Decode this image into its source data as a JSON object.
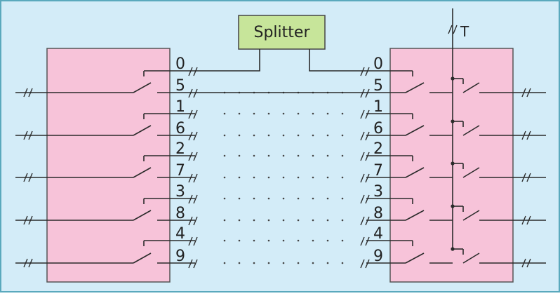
{
  "colors": {
    "background": "#d3ecf8",
    "frame": "#5aa9bd",
    "box_fill": "#f7c3d9",
    "box_stroke": "#555555",
    "splitter_fill": "#c7e59a",
    "splitter_stroke": "#444444",
    "line": "#2b2b2b",
    "dots": "#444444"
  },
  "splitter": {
    "label": "Splitter"
  },
  "trunk": {
    "label": "T"
  },
  "left_ports": [
    "0",
    "5",
    "1",
    "6",
    "2",
    "7",
    "3",
    "8",
    "4",
    "9"
  ],
  "right_ports": [
    "0",
    "5",
    "1",
    "6",
    "2",
    "7",
    "3",
    "8",
    "4",
    "9"
  ]
}
